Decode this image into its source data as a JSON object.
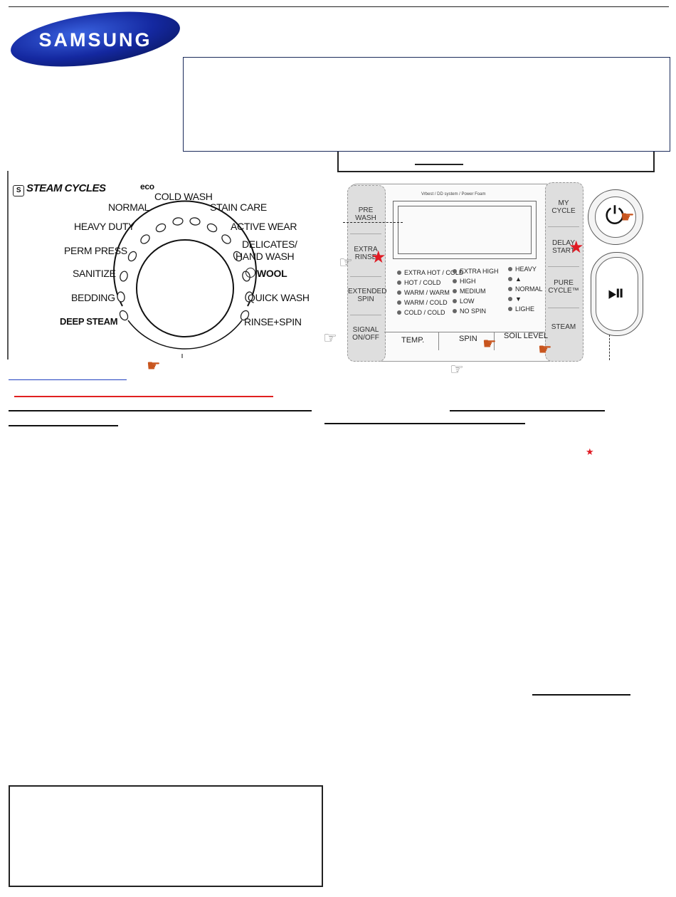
{
  "brand": {
    "logo_text": "SAMSUNG",
    "logo_color": "#1428a0"
  },
  "steam_section": {
    "title": "STEAM CYCLES",
    "eco_mark": "eco"
  },
  "cycles": {
    "left": [
      "NORMAL",
      "HEAVY DUTY",
      "PERM PRESS",
      "SANITIZE",
      "BEDDING",
      "DEEP STEAM"
    ],
    "top": "COLD WASH",
    "right": [
      "STAIN CARE",
      "ACTIVE WEAR",
      "DELICATES/",
      "HAND WASH",
      "WOOL",
      "QUICK WASH",
      "RINSE+SPIN"
    ]
  },
  "panel": {
    "top_caption": "Vrbest / DD system / Power Foam",
    "left_buttons": [
      "PRE WASH",
      "EXTRA RINSE",
      "EXTENDED SPIN",
      "SIGNAL ON/OFF"
    ],
    "right_buttons": [
      "MY CYCLE",
      "DELAY START",
      "PURE CYCLE™",
      "STEAM"
    ],
    "temp_options": [
      "EXTRA HOT / COLD",
      "HOT / COLD",
      "WARM / WARM",
      "WARM / COLD",
      "COLD / COLD"
    ],
    "spin_options": [
      "EXTRA HIGH",
      "HIGH",
      "MEDIUM",
      "LOW",
      "NO SPIN"
    ],
    "soil_options": [
      "HEAVY",
      "▲",
      "NORMAL",
      "▼",
      "LIGHE"
    ],
    "bottom_labels": [
      "TEMP.",
      "SPIN",
      "SOIL LEVEL"
    ],
    "power_symbol": "⏻",
    "start_symbol": "⏯"
  },
  "colors": {
    "star": "#e01b24",
    "underline_red": "#e02020",
    "underline_blue": "#1f3fbf"
  }
}
